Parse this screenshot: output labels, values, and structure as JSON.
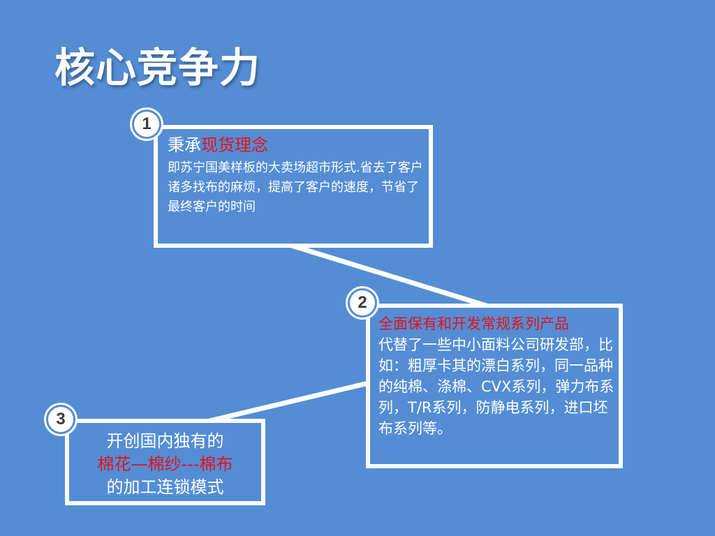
{
  "slide": {
    "title": "核心竞争力",
    "background_color": "#548dd4",
    "accent_color": "#e8101a"
  },
  "items": [
    {
      "number": "1",
      "heading_plain": "秉承",
      "heading_highlight": "现货理念",
      "body_lead": "即苏宁国美样板的大卖场超市形式.",
      "body_rest": "省去了客户诸多找布的麻烦，提高了客户的速度，节省了最终客户的时间"
    },
    {
      "number": "2",
      "heading_highlight": "全面保有和开发常规系列产品",
      "body": "代替了一些中小面料公司研发部，比如：粗厚卡其的漂白系列，同一品种的纯棉、涤棉、CVX系列，弹力布系列，T/R系列，防静电系列，进口坯布系列等。"
    },
    {
      "number": "3",
      "line1": "开创国内独有的",
      "line2_highlight": "棉花—棉纱---棉布",
      "line3": "的加工连锁模式"
    }
  ]
}
